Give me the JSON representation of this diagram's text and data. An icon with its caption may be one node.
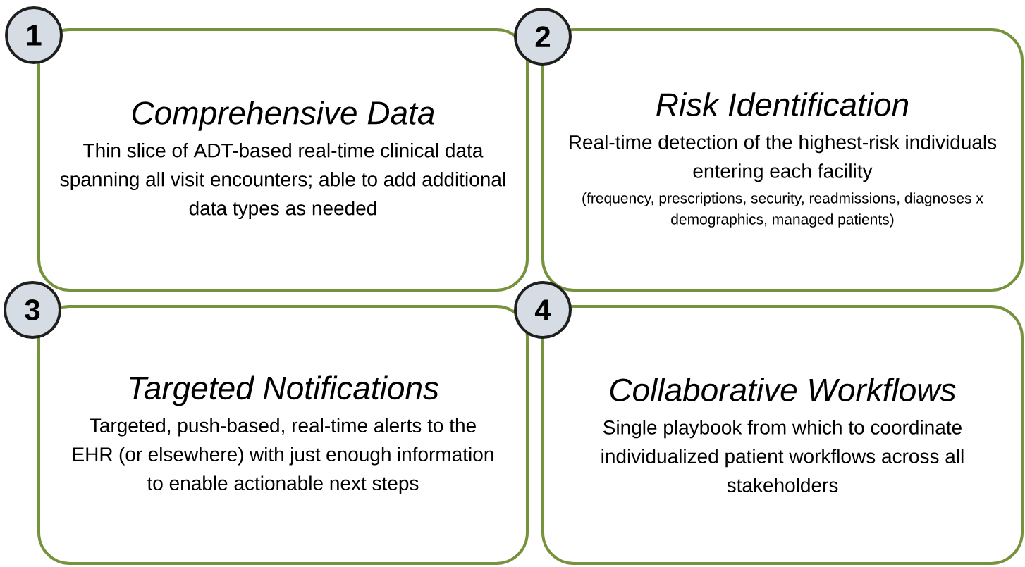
{
  "diagram": {
    "nodes": [
      {
        "text": [
          "1"
        ]
      },
      {
        "text": [
          "Comprehensive Data",
          "Thin slice of ADT-based real-time clinical data spanning all visit encounters; able to add additional data types as needed"
        ]
      },
      {
        "text": [
          "2"
        ]
      },
      {
        "text": [
          "Risk Identification",
          "Real-time detection of the highest-risk individuals entering each facility",
          "(frequency, prescriptions, security, readmissions, diagnoses x demographics, managed patients)"
        ]
      },
      {
        "text": [
          "3"
        ]
      },
      {
        "text": [
          "Targeted Notifications",
          "Targeted, push-based, real-time alerts to the EHR (or elsewhere) with just enough information to enable actionable next steps"
        ]
      },
      {
        "text": [
          "4"
        ]
      },
      {
        "text": [
          "Collaborative Workflows",
          "Single playbook from which to coordinate individualized patient workflows across all stakeholders"
        ]
      }
    ]
  }
}
